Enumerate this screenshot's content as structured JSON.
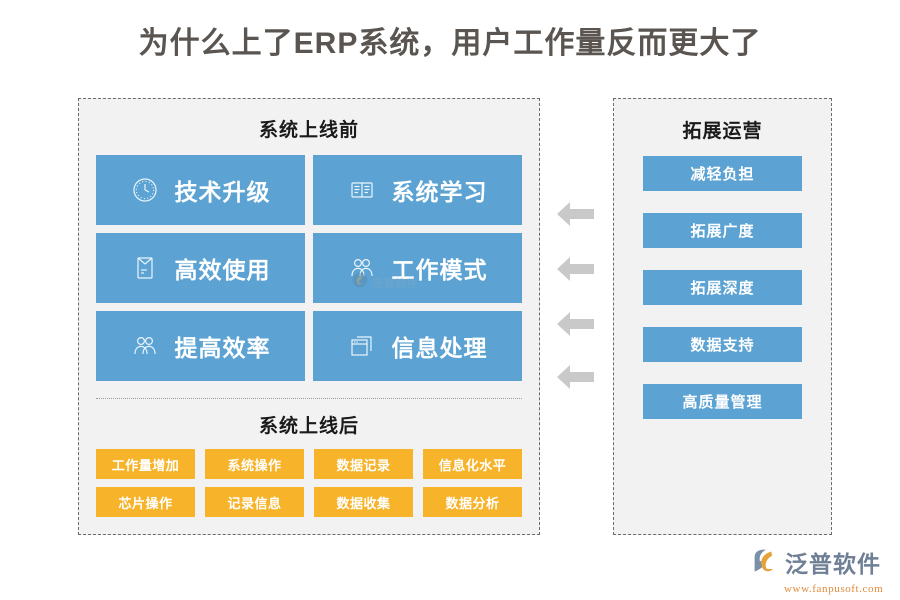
{
  "title": "为什么上了ERP系统，用户工作量反而更大了",
  "colors": {
    "blue": "#5CA3D3",
    "orange": "#F7B329",
    "panel_bg": "#F2F2F2",
    "panel_border": "#6B6B6B",
    "title_text": "#5A5550",
    "arrow": "#C9C9C9",
    "brand_blue": "#6E7F96",
    "brand_orange": "#E08A3C"
  },
  "left_panel": {
    "heading": "系统上线前",
    "cards": [
      {
        "label": "技术升级",
        "icon": "clock-icon"
      },
      {
        "label": "系统学习",
        "icon": "book-icon"
      },
      {
        "label": "高效使用",
        "icon": "envelope-icon"
      },
      {
        "label": "工作模式",
        "icon": "people-icon"
      },
      {
        "label": "提高效率",
        "icon": "people-icon"
      },
      {
        "label": "信息处理",
        "icon": "window-layers-icon"
      }
    ],
    "sub_heading": "系统上线后",
    "chips": [
      "工作量增加",
      "系统操作",
      "数据记录",
      "信息化水平",
      "芯片操作",
      "记录信息",
      "数据收集",
      "数据分析"
    ]
  },
  "right_panel": {
    "heading": "拓展运营",
    "items": [
      "减轻负担",
      "拓展广度",
      "拓展深度",
      "数据支持",
      "高质量管理"
    ]
  },
  "arrows": {
    "count": 4,
    "direction": "left",
    "icon": "arrow-left-icon"
  },
  "watermark": {
    "text": "泛普软件",
    "icon": "fanpu-logo-icon"
  },
  "brand": {
    "name": "泛普软件",
    "url": "www.fanpusoft.com",
    "icon": "fanpu-logo-icon"
  }
}
